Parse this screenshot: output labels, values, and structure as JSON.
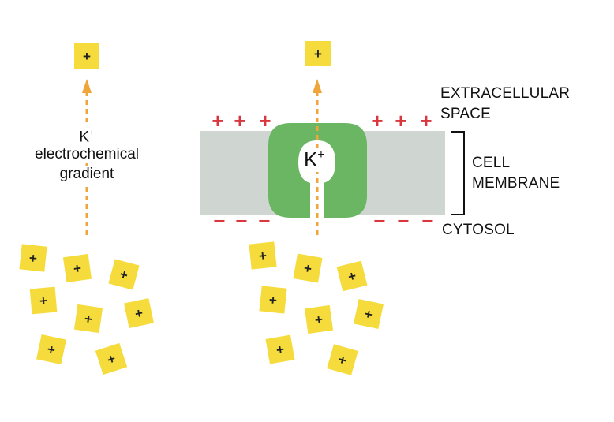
{
  "labels": {
    "extracellular_line1": "EXTRACELLULAR",
    "extracellular_line2": "SPACE",
    "membrane_line1": "CELL",
    "membrane_line2": "MEMBRANE",
    "cytosol": "CYTOSOL",
    "gradient_ion": "K",
    "gradient_ion_charge": "+",
    "gradient_line2": "electrochemical",
    "gradient_line3": "gradient",
    "channel_ion": "K",
    "channel_ion_charge": "+"
  },
  "symbols": {
    "ion_sign": "+",
    "outside_charge": "+",
    "inside_charge": "−"
  },
  "colors": {
    "ion_fill": "#f5dc3c",
    "membrane": "#cfd5d1",
    "channel": "#6ab662",
    "charge": "#d9363e",
    "arrow": "#f0a53a"
  },
  "icons": {
    "ion": "yellow-square-plus",
    "flow": "dashed-up-arrow",
    "bracket": "right-bracket"
  }
}
